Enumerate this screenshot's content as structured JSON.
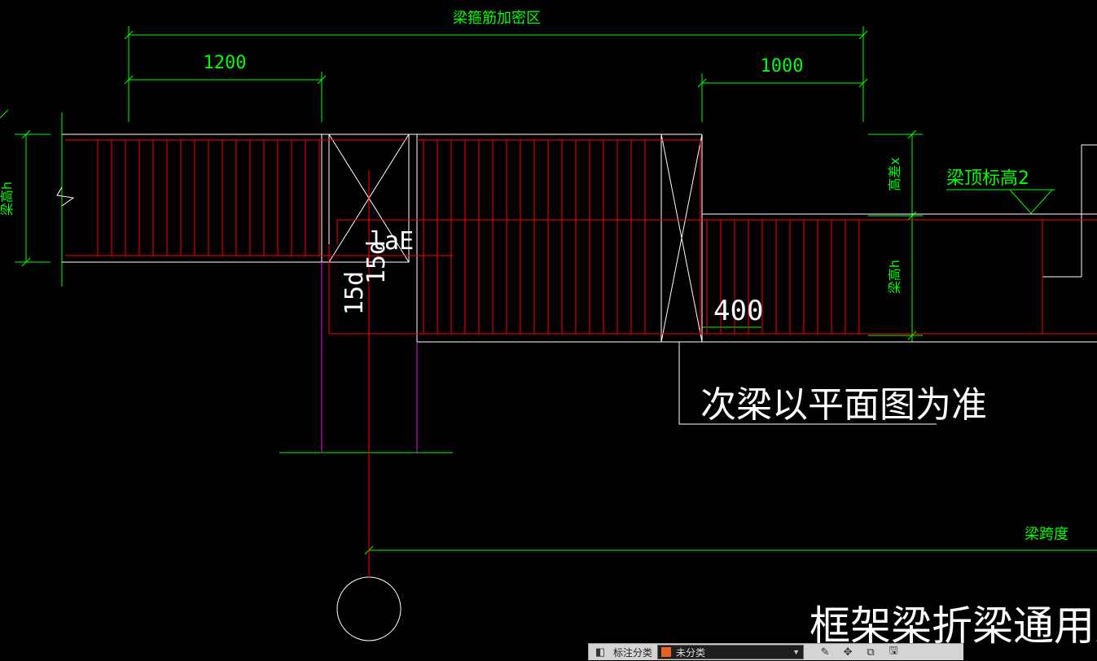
{
  "drawing": {
    "title": "框架梁折梁通用大样",
    "note": "次梁以平面图为准",
    "dimensions": {
      "densification_zone": "梁箍筋加密区",
      "left_length": "1200",
      "right_length": "1000",
      "left_beam_height": "梁高h",
      "right_beam_height": "梁高h",
      "height_diff": "高差x",
      "beam_top_elevation": "梁顶标高2",
      "span": "梁跨度",
      "anchorage": "laE",
      "bend_a": "15d",
      "bend_b": "15d",
      "extension": "400"
    },
    "colors": {
      "background": "#000000",
      "dimension": "#00ff00",
      "rebar": "#ff0000",
      "outline": "#ffffff",
      "column": "#ff00ff"
    }
  },
  "toolbar": {
    "label": "标注分类",
    "selected_value": "未分类",
    "swatch_color": "#e8641e",
    "icons": [
      "layer-icon",
      "edit-icon",
      "move-icon",
      "copy-icon",
      "save-icon"
    ]
  }
}
